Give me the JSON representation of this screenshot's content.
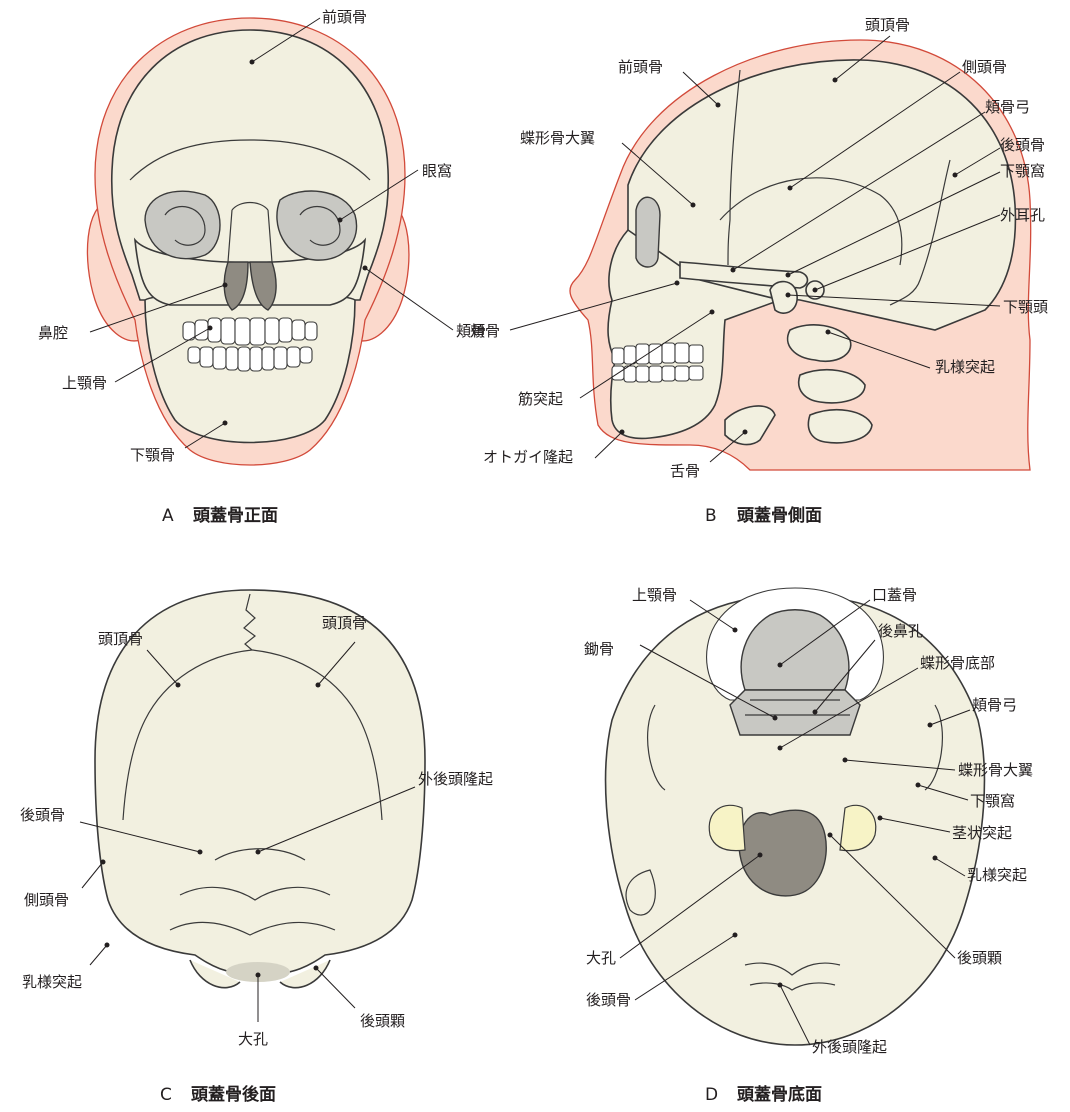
{
  "panelA": {
    "caption_letter": "A",
    "caption_text": "頭蓋骨正面",
    "labels": {
      "frontal": "前頭骨",
      "orbit": "眼窩",
      "nasal_cavity": "鼻腔",
      "zygomatic": "頬骨",
      "maxilla": "上顎骨",
      "mandible": "下顎骨"
    }
  },
  "panelB": {
    "caption_letter": "B",
    "caption_text": "頭蓋骨側面",
    "labels": {
      "parietal": "頭頂骨",
      "frontal": "前頭骨",
      "temporal": "側頭骨",
      "zygomatic_arch": "頬骨弓",
      "sphenoid_wing": "蝶形骨大翼",
      "occipital": "後頭骨",
      "mandibular_fossa": "下顎窩",
      "ext_acoustic": "外耳孔",
      "zygomatic": "頬骨",
      "condyle": "下顎頭",
      "mastoid": "乳様突起",
      "coronoid": "筋突起",
      "mental": "オトガイ隆起",
      "hyoid": "舌骨"
    }
  },
  "panelC": {
    "caption_letter": "C",
    "caption_text": "頭蓋骨後面",
    "labels": {
      "parietal_left": "頭頂骨",
      "parietal_right": "頭頂骨",
      "occipital": "後頭骨",
      "ext_occ_prot": "外後頭隆起",
      "temporal": "側頭骨",
      "mastoid": "乳様突起",
      "occ_condyle": "後頭顆",
      "foramen": "大孔"
    }
  },
  "panelD": {
    "caption_letter": "D",
    "caption_text": "頭蓋骨底面",
    "labels": {
      "maxilla": "上顎骨",
      "palatine": "口蓋骨",
      "choana": "後鼻孔",
      "vomer": "鋤骨",
      "sphenoid_body": "蝶形骨底部",
      "zygomatic_arch": "頬骨弓",
      "sphenoid_wing": "蝶形骨大翼",
      "mandibular_fossa": "下顎窩",
      "styloid": "茎状突起",
      "mastoid": "乳様突起",
      "foramen": "大孔",
      "occ_condyle": "後頭顆",
      "occipital": "後頭骨",
      "ext_occ_prot": "外後頭隆起"
    }
  }
}
